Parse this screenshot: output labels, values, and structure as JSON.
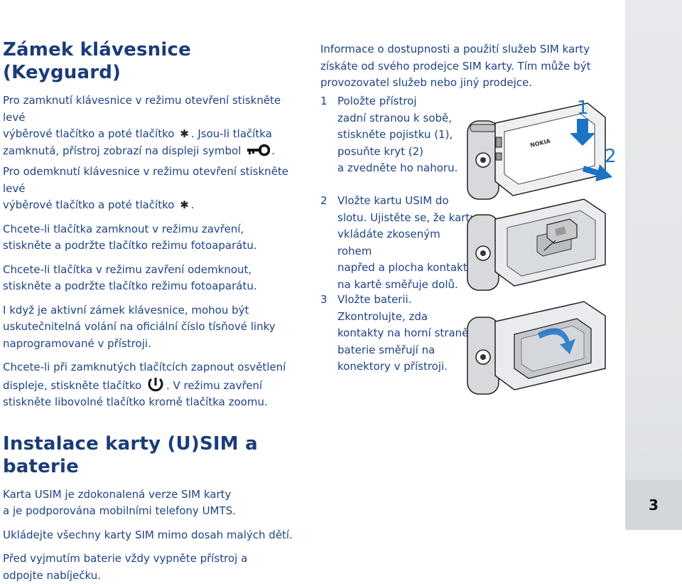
{
  "left": {
    "heading1": "Zámek klávesnice (Keyguard)",
    "p1_a": "Pro zamknutí klávesnice v režimu otevření stiskněte levé",
    "p1_b": "výběrové tlačítko a poté tlačítko",
    "p1_c": ". Jsou-li tlačítka",
    "p1_d": "zamknutá, přístroj zobrazí na displeji symbol",
    "p1_e": ".",
    "p2_a": "Pro odemknutí klávesnice v režimu otevření stiskněte levé",
    "p2_b": "výběrové tlačítko a poté tlačítko",
    "p2_c": ".",
    "p3": "Chcete-li tlačítka zamknout v režimu zavření, stiskněte a podržte tlačítko režimu fotoaparátu.",
    "p4": "Chcete-li tlačítka v režimu zavření odemknout, stiskněte a podržte tlačítko režimu fotoaparátu.",
    "p5": "I když je aktivní zámek klávesnice, mohou být uskutečnitelná volání na oficiální číslo tísňové linky naprogramované v přístroji.",
    "p6_a": "Chcete-li při zamknutých tlačítcích zapnout osvětlení",
    "p6_b": "displeje, stiskněte tlačítko",
    "p6_c": ". V režimu zavření",
    "p6_d": "stiskněte libovolné tlačítko kromě tlačítka zoomu.",
    "heading2": "Instalace karty (U)SIM a baterie",
    "p7": "Karta USIM je zdokonalená verze SIM karty a je podporována mobilními telefony UMTS.",
    "p8": "Ukládejte všechny karty SIM mimo dosah malých dětí.",
    "p9": "Před vyjmutím baterie vždy vypněte přístroj a odpojte nabíječku.",
    "star": "✱"
  },
  "right": {
    "intro": "Informace o dostupnosti a použití služeb SIM karty získáte od svého prodejce SIM karty. Tím může být provozovatel služeb nebo jiný prodejce.",
    "steps": [
      {
        "num": "1",
        "lines": [
          "Položte přístroj",
          "zadní stranou k sobě,",
          "stiskněte pojistku (1),",
          "posuňte kryt (2)",
          "a zvedněte ho nahoru."
        ]
      },
      {
        "num": "2",
        "lines": [
          "Vložte kartu USIM do",
          "slotu. Ujistěte se, že kartu",
          "vkládáte zkoseným rohem",
          "napřed a plocha kontaktů",
          "na kartě směřuje dolů."
        ]
      },
      {
        "num": "3",
        "lines": [
          "Vložte baterii.",
          "Zkontrolujte, zda",
          "kontakty na horní straně",
          "baterie směřují na",
          "konektory v přístroji."
        ]
      }
    ],
    "callout1": "1",
    "callout2": "2",
    "phone_brand": "NOKIA"
  },
  "page_number": "3",
  "colors": {
    "text": "#1e4384",
    "accent": "#1b73c4",
    "sidebar": "#e4e6e9"
  }
}
